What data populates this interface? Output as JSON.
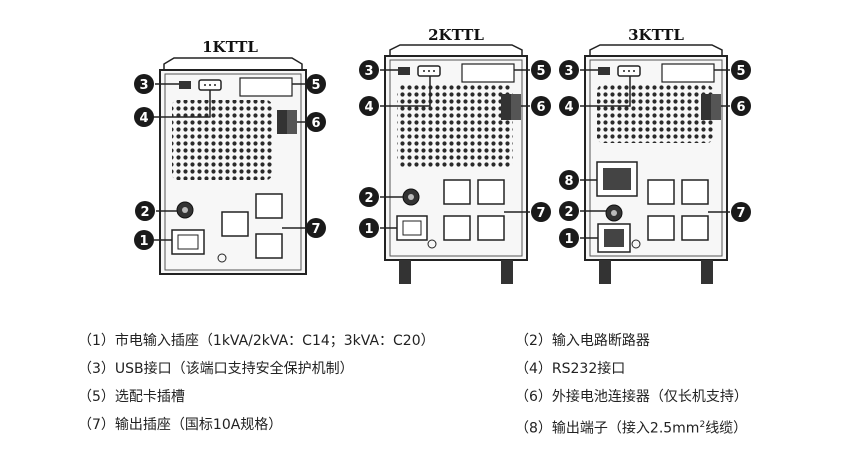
{
  "units": [
    {
      "title": "1KTTL"
    },
    {
      "title": "2KTTL"
    },
    {
      "title": "3KTTL"
    }
  ],
  "legend": [
    {
      "text": "（1）市电输入插座（1kVA/2kVA：C14；3kVA：C20）"
    },
    {
      "text": "（2）输入电路断路器"
    },
    {
      "text": "（3）USB接口（该端口支持安全保护机制）"
    },
    {
      "text": "（4）RS232接口"
    },
    {
      "text": "（5）选配卡插槽"
    },
    {
      "text": "（6）外接电池连接器（仅长机支持）"
    },
    {
      "text": "（7）输出插座（国标10A规格）"
    },
    {
      "pre": "（8）输出端子（接入2.5mm",
      "sup": "2",
      "post": "线缆）"
    }
  ]
}
